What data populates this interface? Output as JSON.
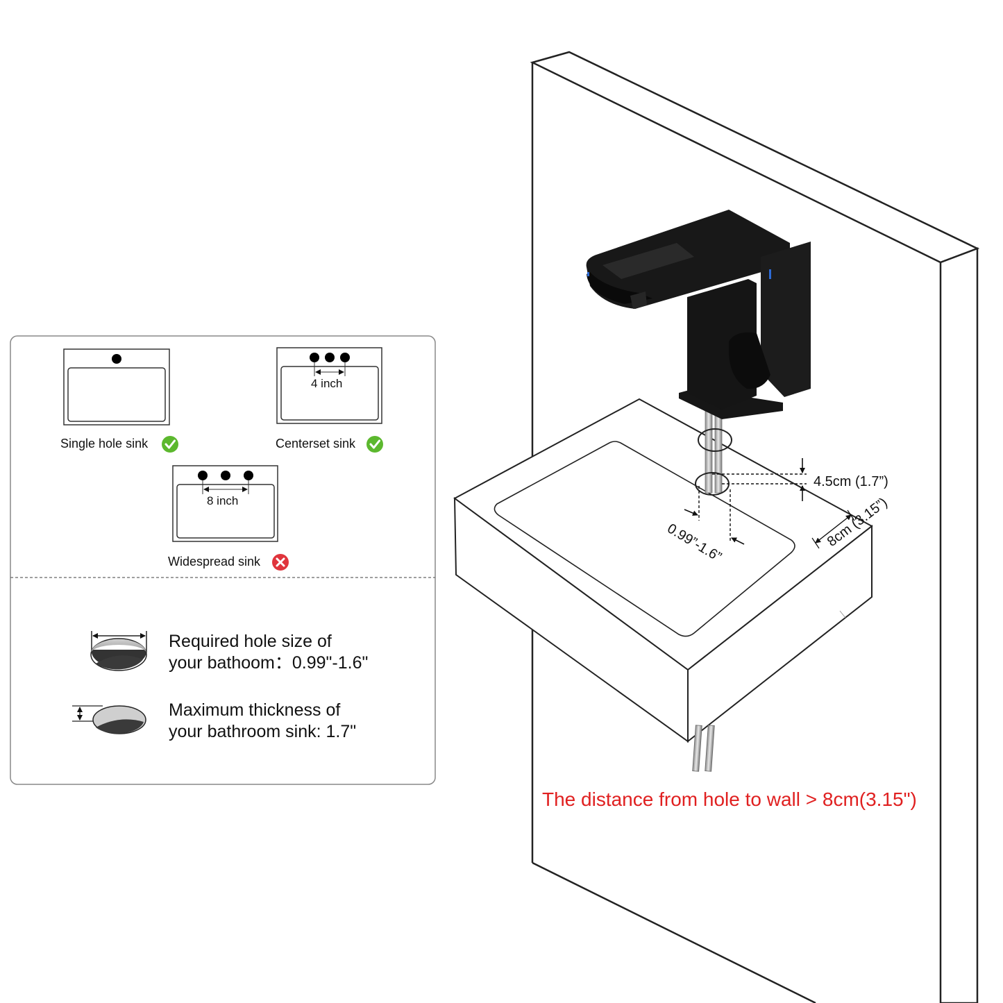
{
  "compatibility": {
    "single": {
      "label": "Single hole sink",
      "ok": true,
      "status_icon": "check-icon"
    },
    "centerset": {
      "label": "Centerset sink",
      "spacing": "4 inch",
      "ok": true,
      "status_icon": "check-icon"
    },
    "widespread": {
      "label": "Widespread sink",
      "spacing": "8 inch",
      "ok": false,
      "status_icon": "cross-icon"
    }
  },
  "specs": {
    "hole_size": {
      "line1": "Required hole size of",
      "line2": "your bathoom：0.99\"-1.6\""
    },
    "thickness": {
      "line1": "Maximum thickness of",
      "line2": "your bathroom sink: 1.7\""
    }
  },
  "diagram": {
    "thickness_dim": "4.5cm (1.7”)",
    "wall_dim": "8cm (3.15”)",
    "hole_dim": "0.99”-1.6”",
    "note": "The distance from hole to wall > 8cm(3.15\")"
  },
  "colors": {
    "ok": "#5cb82e",
    "bad": "#e0343c",
    "note": "#e02020",
    "faucet": "#141414"
  }
}
